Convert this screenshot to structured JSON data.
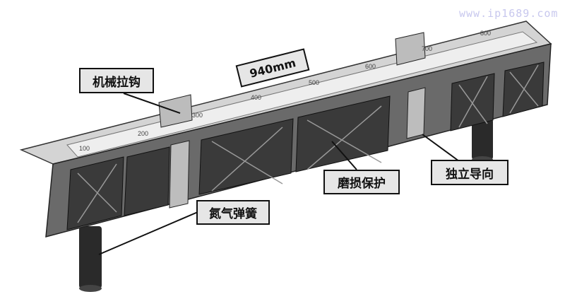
{
  "callouts": {
    "hook": "机械拉钩",
    "length": "940mm",
    "wear": "磨损保护",
    "guide": "独立导向",
    "spring": "氮气弹簧"
  },
  "scale_labels": [
    "100",
    "200",
    "300",
    "400",
    "500",
    "600",
    "700",
    "800"
  ],
  "watermark": "www.ip1689.com"
}
